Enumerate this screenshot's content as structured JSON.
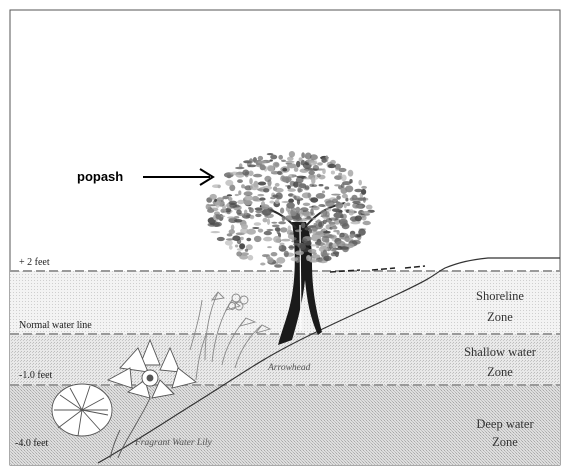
{
  "callout": {
    "label": "popash"
  },
  "levels": {
    "plus_two": "+ 2 feet",
    "normal": "Normal water line",
    "minus_one": "-1.0 feet",
    "minus_four": "-4.0 feet"
  },
  "zones": {
    "shoreline": [
      "Shoreline",
      "Zone"
    ],
    "shallow": [
      "Shallow water",
      "Zone"
    ],
    "deep": [
      "Deep water",
      "Zone"
    ]
  },
  "plants": {
    "arrowhead": "Arrowhead",
    "water_lily": "Fragrant Water Lily"
  },
  "colors": {
    "ink": "#1a1a1a",
    "band_light": "#f2f2f2",
    "band_mid": "#e6e6e6",
    "band_dark": "#d9d9d9",
    "foliage": "#6f6f6f"
  }
}
